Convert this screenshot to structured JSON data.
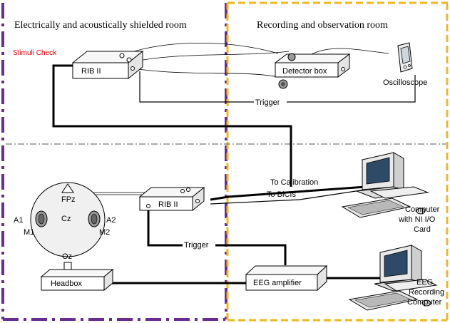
{
  "rooms": {
    "left_title": "Electrically and acoustically shielded room",
    "right_title": "Recording and observation room"
  },
  "stimuli_check": "Stimuli Check",
  "top": {
    "rib": "RIB II",
    "detector": "Detector box",
    "oscilloscope": "Oscilloscope",
    "trigger": "Trigger"
  },
  "bottom": {
    "rib": "RIB II",
    "trigger": "Trigger",
    "to_calibration": "To Calibration",
    "to_bicis": "To BiCIs",
    "headbox": "Headbox",
    "eeg_amplifier": "EEG amplifier",
    "computer1": [
      "Computer",
      "with NI I/O",
      "Card"
    ],
    "computer2": [
      "EEG",
      "Recording",
      "Computer"
    ]
  },
  "head": {
    "fpz": "FPz",
    "cz": "Cz",
    "oz": "Oz",
    "a1": "A1",
    "a2": "A2",
    "m1": "M1",
    "m2": "M2"
  },
  "colors": {
    "left_border": "#6a2c91",
    "right_border": "#f0b820",
    "stimuli_check": "#e00000"
  }
}
